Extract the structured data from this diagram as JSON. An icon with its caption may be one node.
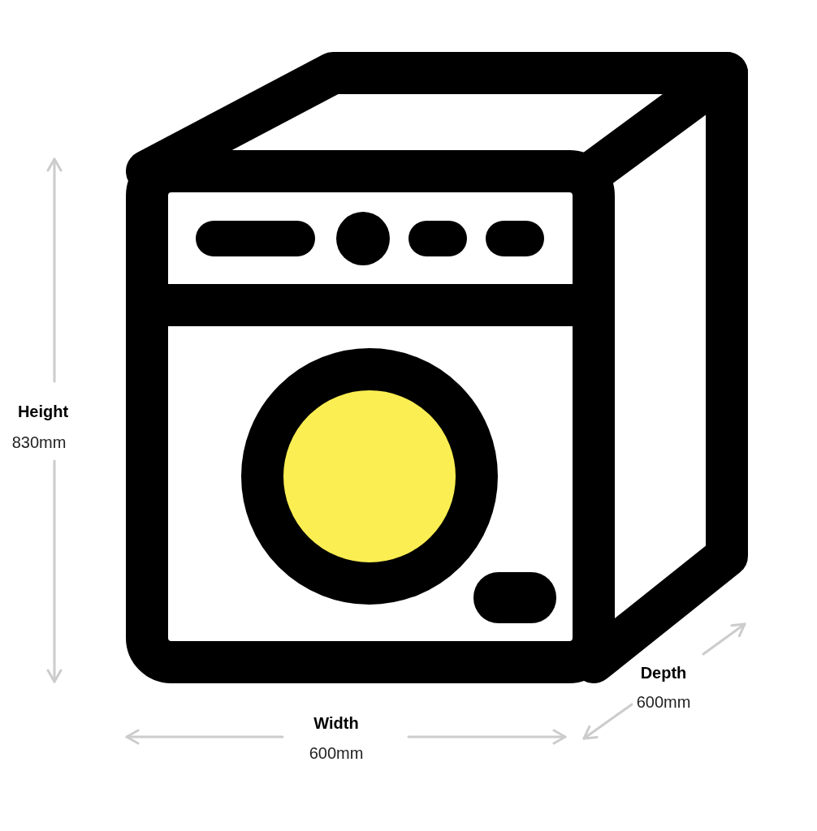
{
  "diagram": {
    "labels": [
      "Height",
      "830mm",
      "Depth",
      "600mm",
      "Width",
      "600mm"
    ]
  }
}
